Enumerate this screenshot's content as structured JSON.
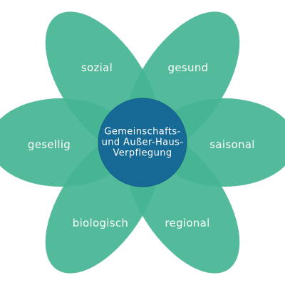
{
  "colors": {
    "petal": "#6cc4aa",
    "petal_overlap": "#36b08b",
    "center": "#176a96",
    "center_edge": "#0f5e8a",
    "text": "#ffffff"
  },
  "center": {
    "lines": [
      "Gemeinschafts-",
      "und Außer-Haus-",
      "Verpflegung"
    ]
  },
  "petals": [
    {
      "label": "sozial"
    },
    {
      "label": "gesund"
    },
    {
      "label": "saisonal"
    },
    {
      "label": "regional"
    },
    {
      "label": "biologisch"
    },
    {
      "label": "gesellig"
    }
  ]
}
